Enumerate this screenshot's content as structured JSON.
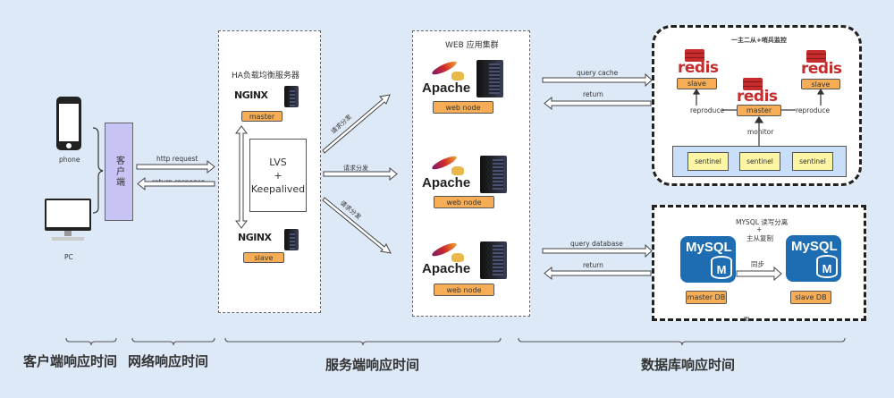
{
  "client": {
    "devices": [
      {
        "name": "phone",
        "icon": "smartphone-icon"
      },
      {
        "name": "PC",
        "icon": "desktop-monitor-icon"
      }
    ],
    "client_box_label": "客户端"
  },
  "network": {
    "request_label": "http request",
    "response_label": "return response"
  },
  "load_balancer": {
    "title": "HA负载均衡服务器",
    "logo": "NGINX",
    "master_label": "master",
    "slave_label": "slave",
    "lvs_line1": "LVS",
    "lvs_line2": "+",
    "lvs_line3": "Keepalived"
  },
  "dispatch": {
    "labels": [
      "请求分发",
      "请求分发",
      "请求分发"
    ]
  },
  "web_cluster": {
    "title": "WEB 应用集群",
    "logo": "Apache",
    "nodes": [
      {
        "label": "web node"
      },
      {
        "label": "web node"
      },
      {
        "label": "web node"
      }
    ]
  },
  "cache_link": {
    "query_label": "query cache",
    "return_label": "return"
  },
  "db_link": {
    "query_label": "query database",
    "return_label": "return"
  },
  "redis_cluster": {
    "title": "一主二从+哨兵监控",
    "logo": "redis",
    "slave_left_label": "slave",
    "slave_right_label": "slave",
    "master_label": "master",
    "reproduce_left": "reproduce",
    "reproduce_right": "reproduce",
    "monitor_label": "monitor",
    "sentinels": [
      "sentinel",
      "sentinel",
      "sentinel"
    ]
  },
  "mysql_cluster": {
    "title_line1": "MYSQL 读写分离",
    "title_line2": "+",
    "title_line3": "主从复制",
    "logo": "MySQL",
    "cylinder_letter": "M",
    "sync_label": "同步",
    "master_label": "master DB",
    "slave_label": "slave DB",
    "footnote": "图"
  },
  "timing_sections": [
    {
      "label": "客户端响应时间"
    },
    {
      "label": "网络响应时间"
    },
    {
      "label": "服务端响应时间"
    },
    {
      "label": "数据库响应时间"
    }
  ]
}
